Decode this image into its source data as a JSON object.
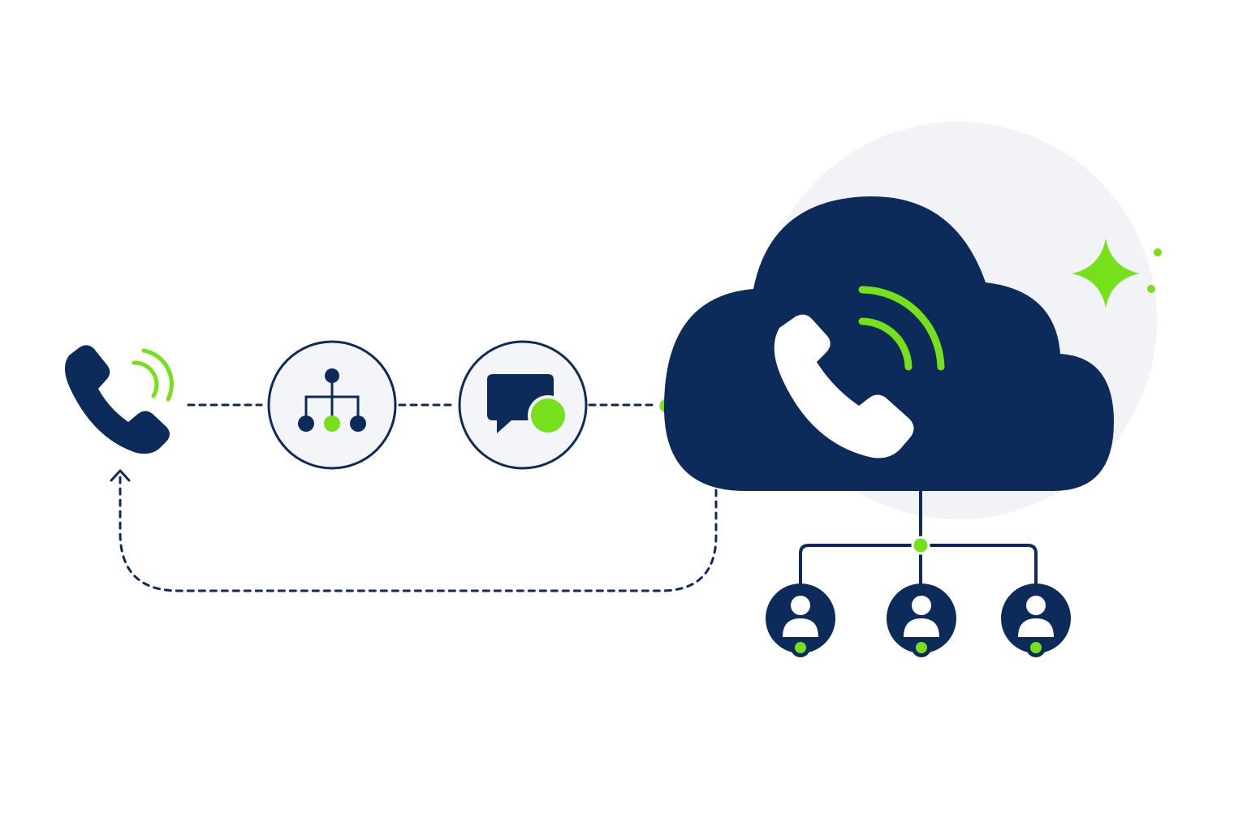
{
  "colors": {
    "navy": "#0d2b5a",
    "green": "#76e01a",
    "halo": "#f2f3f7",
    "node_fill": "#f4f5f8",
    "background": "#ffffff"
  },
  "icons": {
    "caller": "phone-ringing-icon",
    "routing": "org-chart-icon",
    "messaging": "chat-bubble-icon",
    "cloud": "cloud-phone-icon",
    "agents": "user-icon",
    "sparkle": "sparkle-icon",
    "return_arrow": "arrow-up-icon"
  },
  "nodes": [
    {
      "id": "caller",
      "icon": "phone-ringing-icon"
    },
    {
      "id": "routing",
      "icon": "org-chart-icon"
    },
    {
      "id": "messaging",
      "icon": "chat-bubble-icon"
    },
    {
      "id": "cloud",
      "icon": "cloud-phone-icon"
    }
  ],
  "agents": [
    {
      "id": "agent-1",
      "icon": "user-icon"
    },
    {
      "id": "agent-2",
      "icon": "user-icon"
    },
    {
      "id": "agent-3",
      "icon": "user-icon"
    }
  ]
}
